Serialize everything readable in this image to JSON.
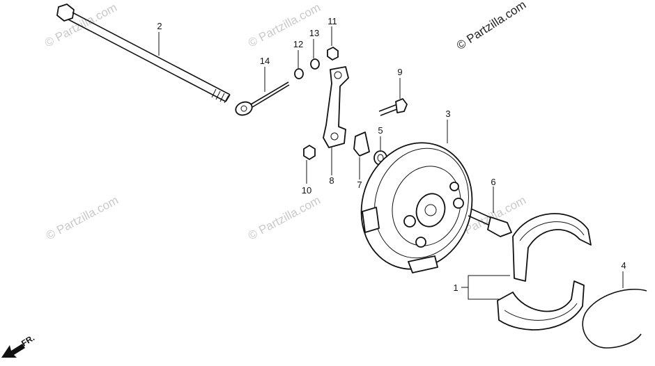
{
  "copyright": "© Partzilla.com",
  "watermark": "© Partzilla.com",
  "direction_label": "FR.",
  "callouts": [
    {
      "id": "callout-1",
      "text": "1"
    },
    {
      "id": "callout-2",
      "text": "2"
    },
    {
      "id": "callout-3",
      "text": "3"
    },
    {
      "id": "callout-4",
      "text": "4"
    },
    {
      "id": "callout-5",
      "text": "5"
    },
    {
      "id": "callout-6",
      "text": "6"
    },
    {
      "id": "callout-7",
      "text": "7"
    },
    {
      "id": "callout-8",
      "text": "8"
    },
    {
      "id": "callout-9",
      "text": "9"
    },
    {
      "id": "callout-10",
      "text": "10"
    },
    {
      "id": "callout-11",
      "text": "11"
    },
    {
      "id": "callout-12",
      "text": "12"
    },
    {
      "id": "callout-13",
      "text": "13"
    },
    {
      "id": "callout-14",
      "text": "14"
    }
  ]
}
